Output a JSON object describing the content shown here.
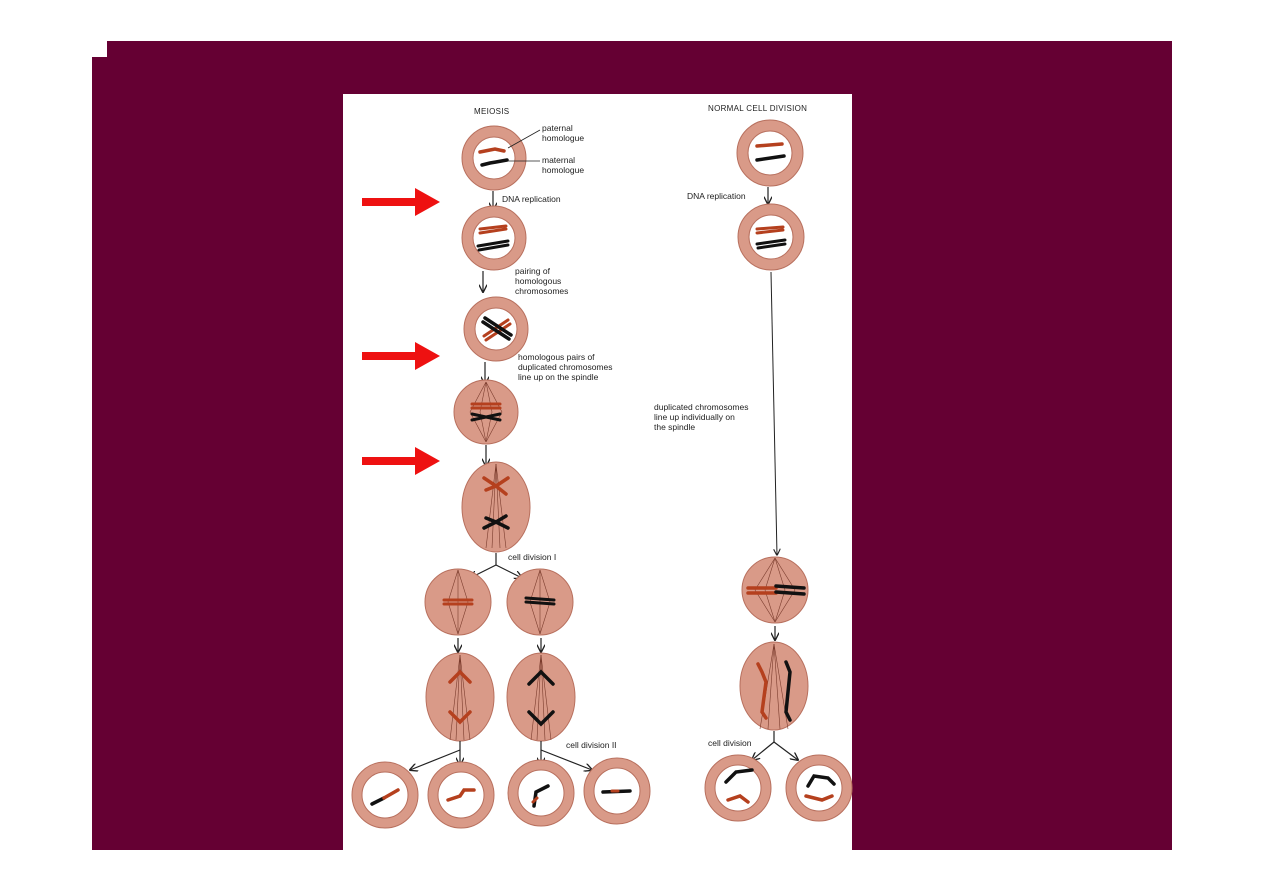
{
  "headings": {
    "meiosis": "MEIOSIS",
    "normal": "NORMAL CELL DIVISION"
  },
  "labels": {
    "paternal": "paternal\nhomologue",
    "maternal": "maternal\nhomologue",
    "dna_left": "DNA replication",
    "pairing": "pairing of\nhomologous\nchromosomes",
    "line_up": "homologous pairs of\nduplicated chromosomes\nline up on the spindle",
    "div1": "cell division I",
    "div2": "cell division II",
    "dna_right": "DNA replication",
    "individually": "duplicated chromosomes\nline up individually on\nthe spindle",
    "cell_div": "cell division"
  },
  "colors": {
    "slide_background": "#650033",
    "panel": "#ffffff",
    "cell_fill": "#d99a88",
    "cell_edge": "#b8705e",
    "paternal_chromosome": "#b5401e",
    "maternal_chromosome": "#111111",
    "highlight_arrow": "#ee1111"
  },
  "icons": [
    "red-pointer-arrow",
    "down-arrow"
  ]
}
